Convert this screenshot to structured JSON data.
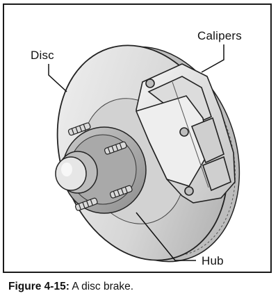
{
  "figure": {
    "labels": {
      "disc": "Disc",
      "calipers": "Calipers",
      "hub": "Hub"
    },
    "caption": {
      "number": "Figure 4-15:",
      "text": "A disc brake."
    }
  },
  "colors": {
    "frame": "#1a1a1a",
    "metal_light": "#e4e4e4",
    "metal_mid": "#c8c8c8",
    "metal_dark": "#9a9a9a",
    "outline": "#222222"
  }
}
